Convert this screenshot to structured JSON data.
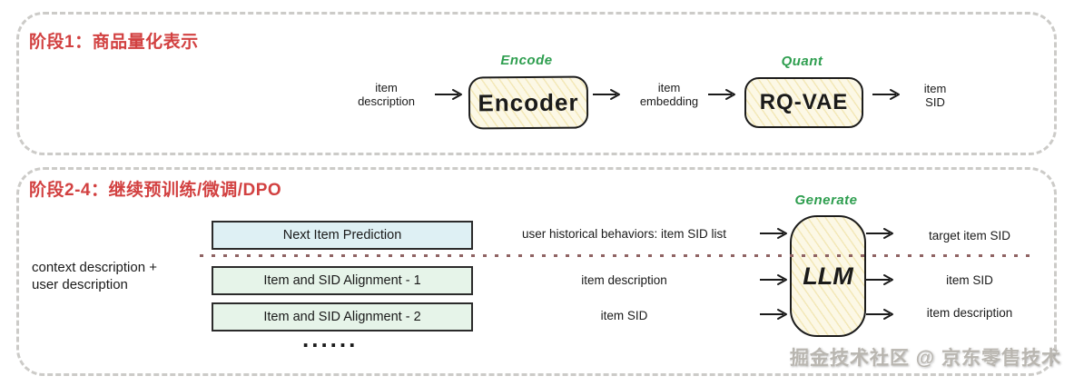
{
  "colors": {
    "accent_red": "#d24141",
    "accent_green": "#2e9e4f",
    "sketch_box_fill": "#fcf8e6",
    "sketch_box_border": "#1c1c1c",
    "task_cyan_fill": "#def0f4",
    "task_green_fill": "#e6f4e9",
    "dashed_panel_border": "#cccbc8",
    "dotted_divider": "#8f6363",
    "watermark_gray": "#b9b6b0"
  },
  "icons": {
    "arrow_right": "→"
  },
  "stage1": {
    "title": "阶段1：商品量化表示",
    "input_label": "item\ndescription",
    "encode_label": "Encode",
    "encoder_box": "Encoder",
    "embedding_label": "item\nembedding",
    "quant_label": "Quant",
    "rqvae_box": "RQ-VAE",
    "output_label": "item\nSID"
  },
  "stage2": {
    "title": "阶段2-4：继续预训练/微调/DPO",
    "generate_label": "Generate",
    "context_label": "context description +\nuser description",
    "llm_box": "LLM",
    "ellipsis": "......",
    "rows": [
      {
        "task": "Next Item Prediction",
        "input": "user historical behaviors: item SID list",
        "output": "target item SID"
      },
      {
        "task": "Item and SID Alignment - 1",
        "input": "item description",
        "output": "item SID"
      },
      {
        "task": "Item and SID Alignment - 2",
        "input": "item SID",
        "output": "item description"
      }
    ]
  },
  "watermark": "掘金技术社区 @ 京东零售技术"
}
